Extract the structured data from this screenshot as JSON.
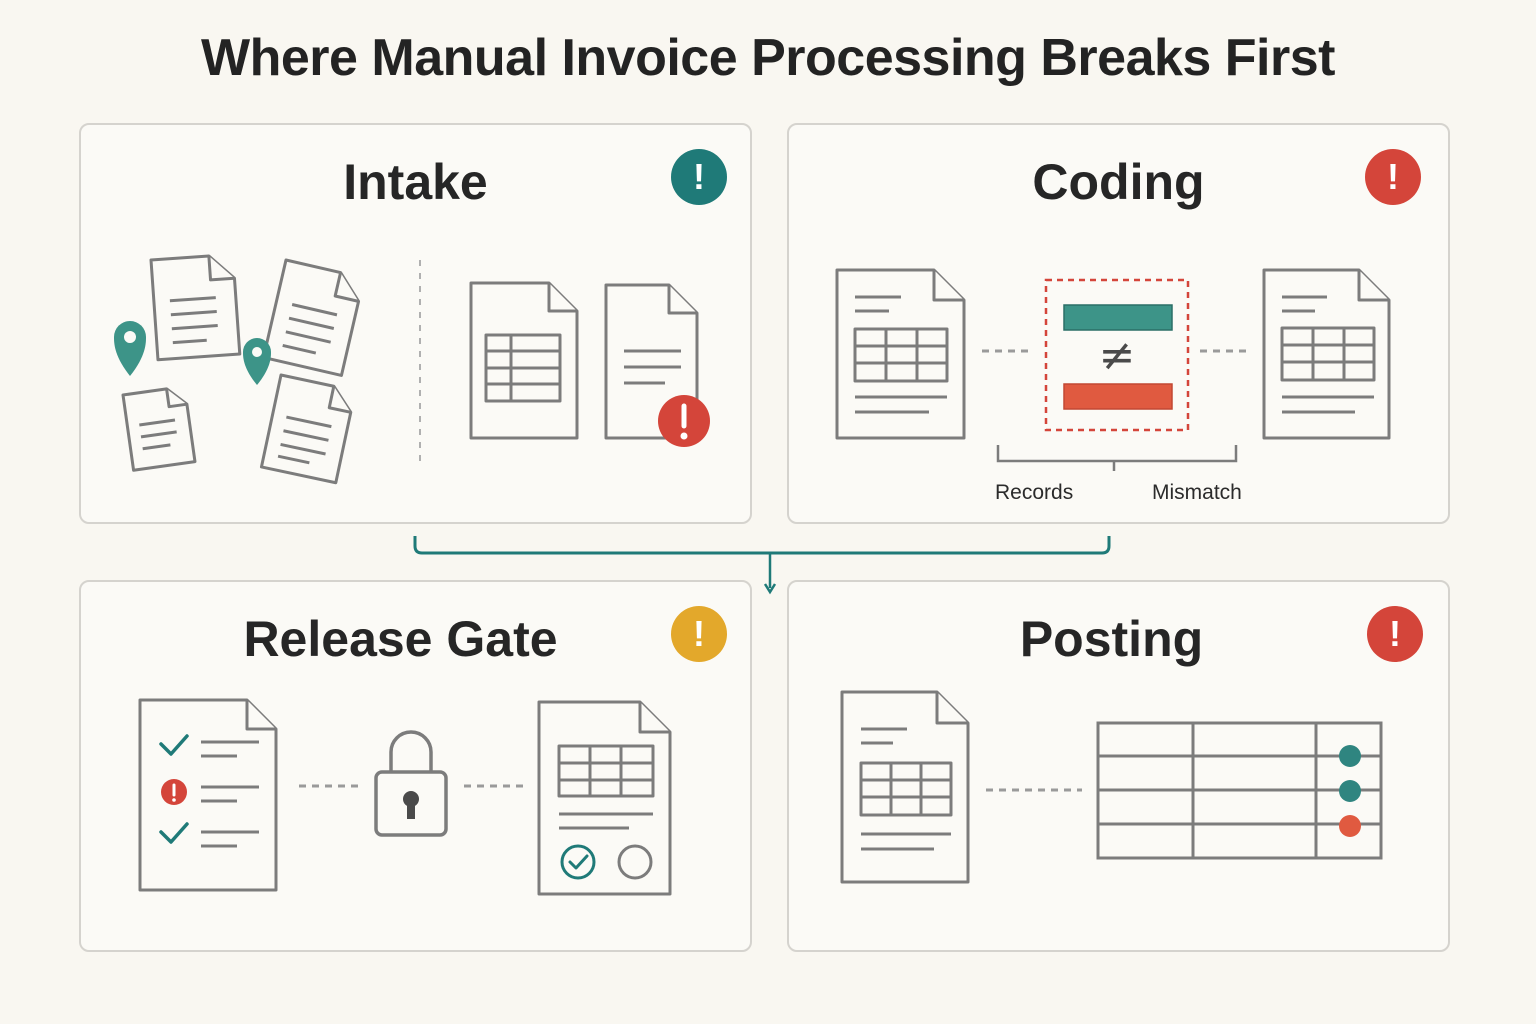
{
  "title": "Where Manual Invoice Processing Breaks First",
  "colors": {
    "teal": "#1f7a78",
    "red": "#d4453a",
    "amber": "#e3a82b",
    "mismatch_bar_teal": "#3d9488",
    "mismatch_bar_red": "#e05a40",
    "line": "#7c7c7c"
  },
  "panels": {
    "intake": {
      "title": "Intake",
      "alert_icon": "exclamation-icon",
      "alert_color": "teal"
    },
    "coding": {
      "title": "Coding",
      "alert_icon": "exclamation-icon",
      "alert_color": "red",
      "symbol": "≠",
      "labels": [
        "Records",
        "Mismatch"
      ]
    },
    "release_gate": {
      "title": "Release Gate",
      "alert_icon": "exclamation-icon",
      "alert_color": "amber"
    },
    "posting": {
      "title": "Posting",
      "alert_icon": "exclamation-icon",
      "alert_color": "red",
      "ledger_status": [
        "teal",
        "teal",
        "red"
      ]
    }
  },
  "alert_glyph": "!"
}
